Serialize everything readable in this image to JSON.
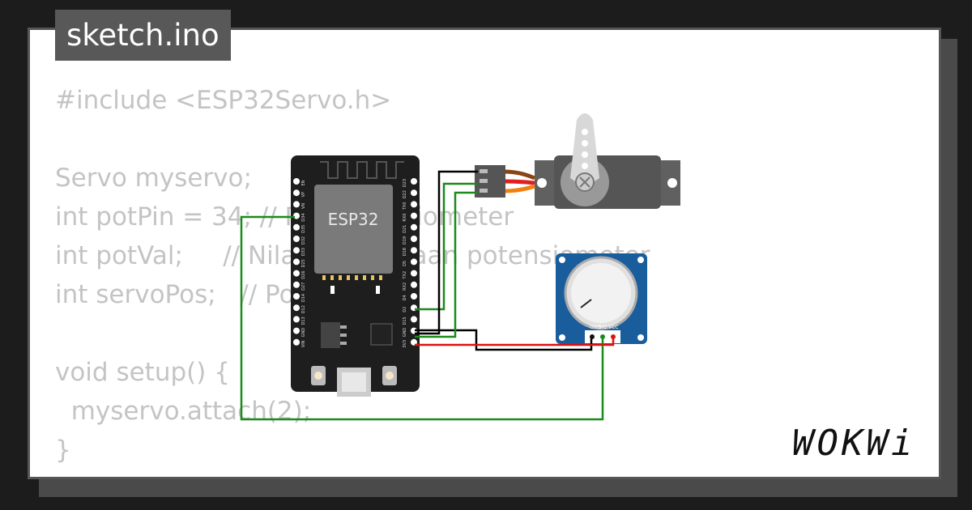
{
  "file_tab": "sketch.ino",
  "code_lines": [
    "#include <ESP32Servo.h>",
    "",
    "Servo myservo;",
    "int potPin = 34; // Pin potensiometer",
    "int potVal;     // Nilai pembacaan potensiometer",
    "int servoPos;   // Posisi servo",
    "",
    "void setup() {",
    "  myservo.attach(2);",
    "}"
  ],
  "board": {
    "chip_label": "ESP32",
    "left_pins": [
      "EN",
      "VP",
      "VN",
      "D34",
      "D35",
      "D32",
      "D33",
      "D25",
      "D26",
      "D27",
      "D14",
      "D12",
      "D13",
      "GND",
      "VIN"
    ],
    "right_pins": [
      "D23",
      "D22",
      "TX0",
      "RX0",
      "D21",
      "D19",
      "D18",
      "D5",
      "TX2",
      "RX2",
      "D4",
      "D2",
      "D15",
      "GND",
      "3V3"
    ]
  },
  "potentiometer": {
    "pins": [
      "GND",
      "SIG",
      "VCC"
    ]
  },
  "wires": {
    "signal_color": "#1a8a1a",
    "ground_color": "#000000",
    "power_color": "#e01010"
  },
  "brand": "WOKWi"
}
